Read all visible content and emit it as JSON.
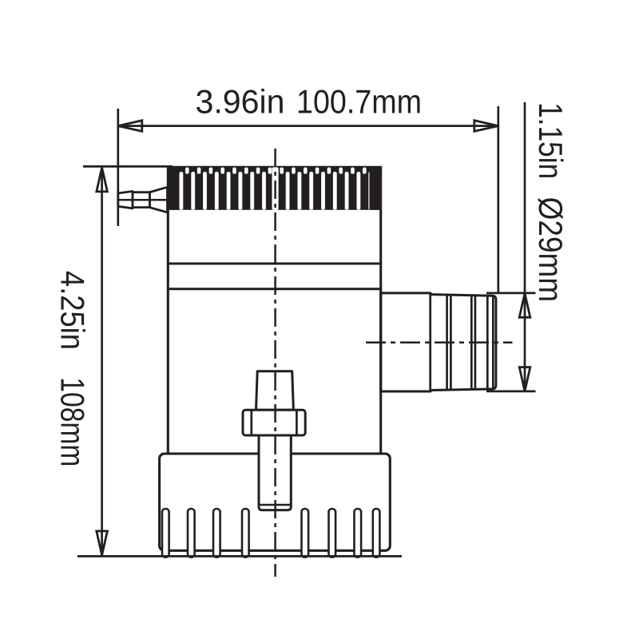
{
  "drawing": {
    "ink_color": "#231f20",
    "background_color": "#ffffff"
  },
  "dimensions": {
    "overall_width": {
      "inch": "3.96in",
      "metric": "100.7mm"
    },
    "overall_height": {
      "inch": "4.25in",
      "metric": "108mm"
    },
    "outlet_diameter": {
      "inch": "1.15in",
      "metric": "Ø29mm"
    }
  }
}
